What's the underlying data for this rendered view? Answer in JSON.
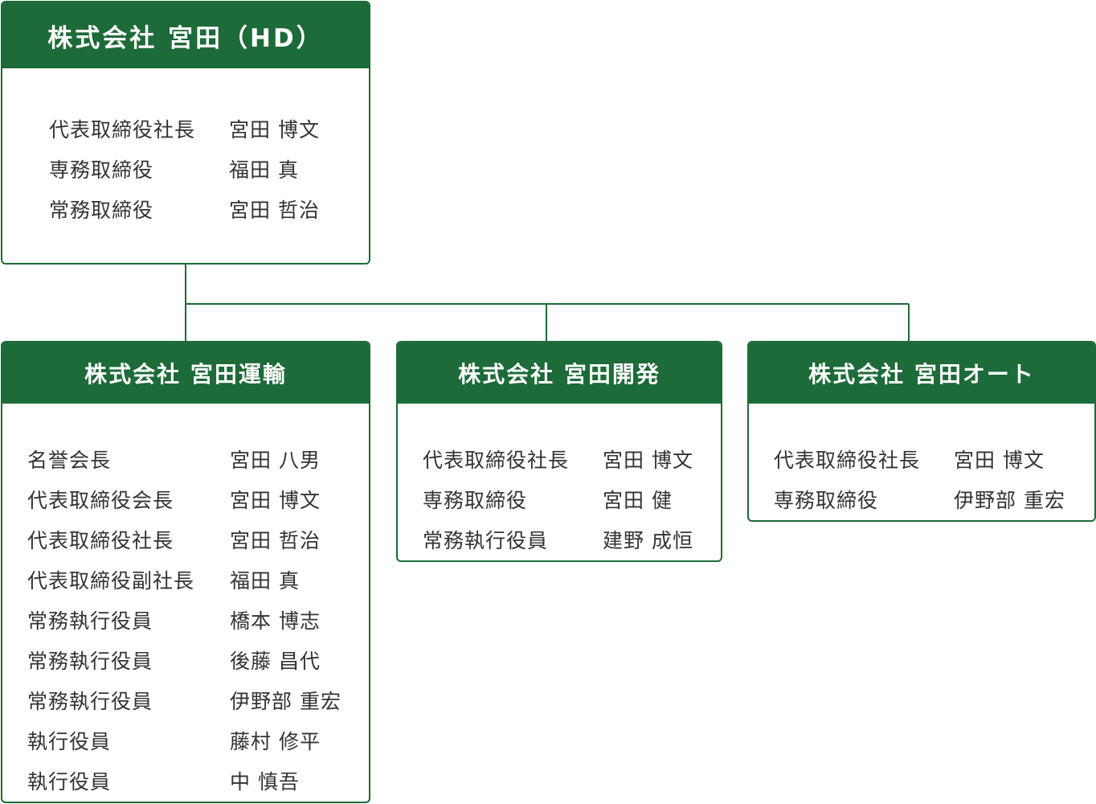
{
  "companies": {
    "hd": {
      "name": "株式会社 宮田（HD）",
      "officers": [
        {
          "role": "代表取締役社長",
          "name": "宮田 博文"
        },
        {
          "role": "専務取締役",
          "name": "福田 真"
        },
        {
          "role": "常務取締役",
          "name": "宮田 哲治"
        }
      ]
    },
    "unyu": {
      "name": "株式会社 宮田運輸",
      "officers": [
        {
          "role": "名誉会長",
          "name": "宮田 八男"
        },
        {
          "role": "代表取締役会長",
          "name": "宮田 博文"
        },
        {
          "role": "代表取締役社長",
          "name": "宮田 哲治"
        },
        {
          "role": "代表取締役副社長",
          "name": "福田 真"
        },
        {
          "role": "常務執行役員",
          "name": "橋本 博志"
        },
        {
          "role": "常務執行役員",
          "name": "後藤 昌代"
        },
        {
          "role": "常務執行役員",
          "name": "伊野部 重宏"
        },
        {
          "role": "執行役員",
          "name": "藤村 修平"
        },
        {
          "role": "執行役員",
          "name": "中 慎吾"
        }
      ]
    },
    "kaihatsu": {
      "name": "株式会社 宮田開発",
      "officers": [
        {
          "role": "代表取締役社長",
          "name": "宮田 博文"
        },
        {
          "role": "専務取締役",
          "name": "宮田 健"
        },
        {
          "role": "常務執行役員",
          "name": "建野 成恒"
        }
      ]
    },
    "auto": {
      "name": "株式会社 宮田オート",
      "officers": [
        {
          "role": "代表取締役社長",
          "name": "宮田 博文"
        },
        {
          "role": "専務取締役",
          "name": "伊野部 重宏"
        }
      ]
    }
  },
  "colors": {
    "brand_green": "#1d6b38",
    "text": "#333333",
    "background": "#ffffff"
  }
}
